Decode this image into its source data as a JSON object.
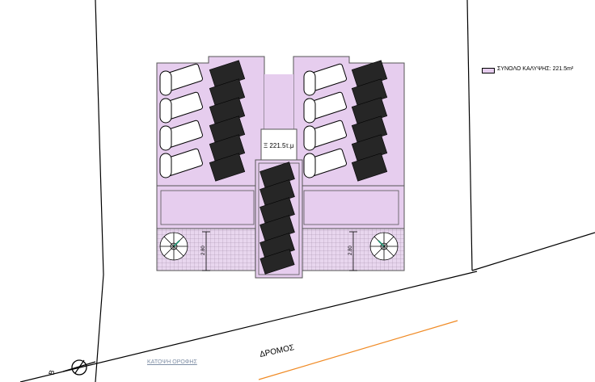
{
  "legend": {
    "label": "ΣΥΝΟΛΟ ΚΑΛΥΨΗΣ: 221.5m²",
    "swatch_color": "#e6cdee"
  },
  "area_label": "Ξ 221.5τ.μ",
  "road_label": "ΔΡΟΜΟΣ",
  "caption": "ΚΑΤΟΨΗ ΟΡΟΦΗΣ",
  "dimension_left": "2.80",
  "dimension_right": "2.80",
  "north_letter": "B",
  "colors": {
    "roof_fill": "#e6cdee",
    "solar_panel": "#262626",
    "road_line": "#f08a24",
    "lines": "#000000"
  }
}
